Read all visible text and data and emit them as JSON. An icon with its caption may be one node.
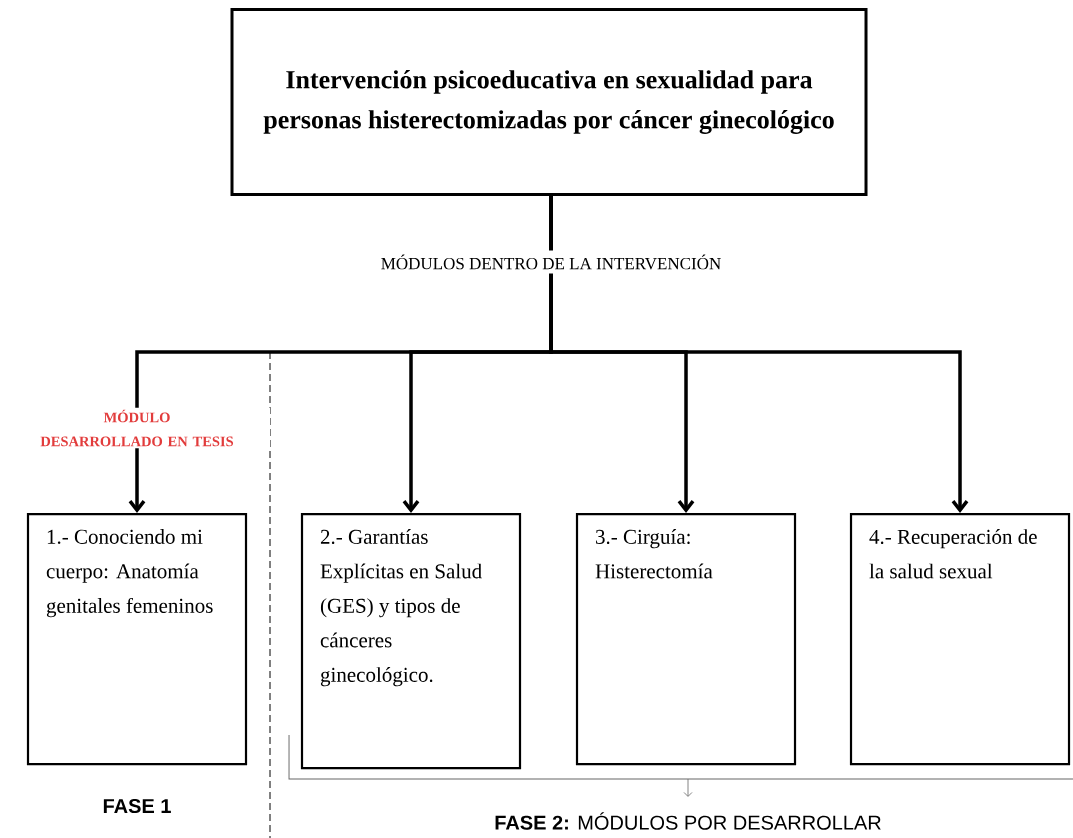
{
  "diagram": {
    "nodes": [
      {
        "text": [
          "Intervención psicoeducativa en sexualidad para personas histerectomizadas por cáncer ginecológico"
        ]
      },
      {
        "text": [
          "1.- Conociendo mi cuerpo: Anatomía genitales femeninos"
        ]
      },
      {
        "text": [
          "2.- Garantías Explícitas en Salud (GES) y tipos de cánceres ginecológico."
        ]
      },
      {
        "text": [
          "3.- Cirguía: Histerectomía"
        ]
      },
      {
        "text": [
          "4.- Recuperación de la salud sexual"
        ]
      }
    ],
    "edges": [
      {
        "from": 0,
        "to": 1,
        "arrow": "to",
        "label": "MÓDULO DESARROLLADO EN TESIS"
      },
      {
        "from": 0,
        "to": 2,
        "arrow": "to"
      },
      {
        "from": 0,
        "to": 3,
        "arrow": "to"
      },
      {
        "from": 0,
        "to": 4,
        "arrow": "to"
      }
    ],
    "labels": [
      "MÓDULOS DENTRO DE LA INTERVENCIÓN",
      "FASE 1",
      "**FASE 2:** MÓDULOS POR DESARROLLAR"
    ]
  }
}
